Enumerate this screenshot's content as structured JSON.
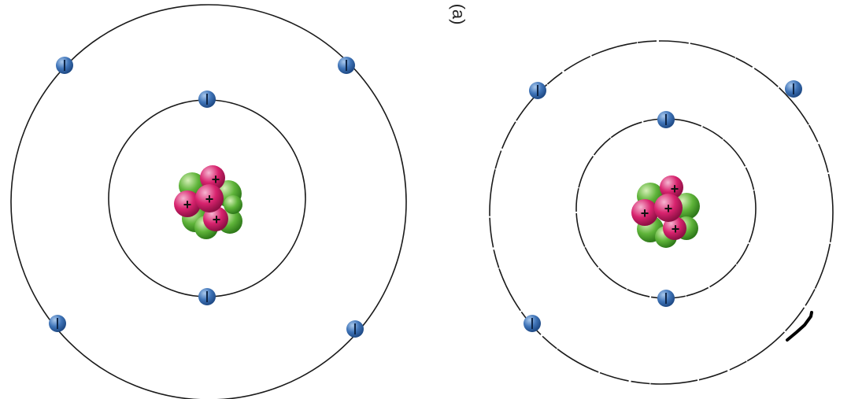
{
  "panel_label": "(a)",
  "atoms": [
    {
      "id": "left-atom",
      "orbits": [
        {
          "electrons": 2
        },
        {
          "electrons": 4
        }
      ],
      "nucleus": {
        "protons_shown": 4,
        "neutrons_shown": 5
      }
    },
    {
      "id": "right-atom",
      "orbits": [
        {
          "electrons": 2
        },
        {
          "electrons": 3
        }
      ],
      "nucleus": {
        "protons_shown": 4,
        "neutrons_shown": 5
      }
    }
  ],
  "electron_sign": "−",
  "proton_sign": "+",
  "colors": {
    "orbit": "#1a1a1a",
    "electron": "#3f74b8",
    "electron_highlight": "#a9c8ec",
    "proton": "#d8236e",
    "proton_highlight": "#f6b6d1",
    "neutron": "#5fb43a",
    "neutron_highlight": "#d6f0b8",
    "label": "#222222"
  }
}
